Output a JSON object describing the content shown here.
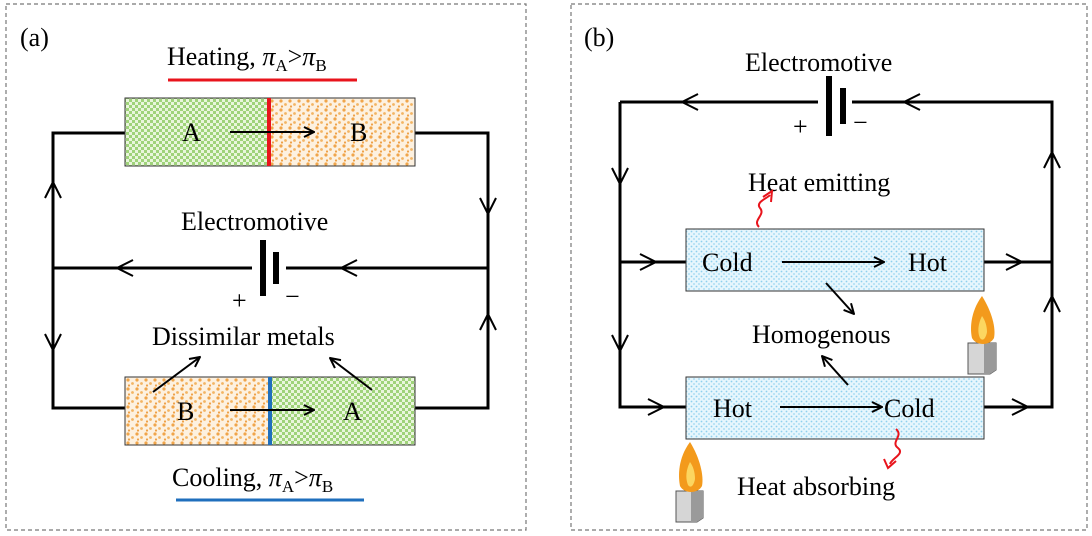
{
  "panel_a": {
    "tag": "(a)",
    "heating_label": "Heating, ",
    "pi": "π",
    "sub_a": "A",
    "gt": ">",
    "sub_b": "B",
    "cooling_label": "Cooling, ",
    "electromotive": "Electromotive",
    "plus": "+",
    "minus": "−",
    "dissimilar": "Dissimilar metals",
    "top_left_metal": "A",
    "top_right_metal": "B",
    "bottom_left_metal": "B",
    "bottom_right_metal": "A"
  },
  "panel_b": {
    "tag": "(b)",
    "electromotive": "Electromotive",
    "plus": "+",
    "minus": "−",
    "heat_emitting": "Heat emitting",
    "homogenous": "Homogenous",
    "heat_absorbing": "Heat absorbing",
    "top_left": "Cold",
    "top_right": "Hot",
    "bottom_left": "Hot",
    "bottom_right": "Cold"
  },
  "colors": {
    "heating_line": "#e8141c",
    "cooling_line": "#1f6fbd",
    "green_fill": "#cfe9b8",
    "orange_fill": "#fbe3c2",
    "blue_fill": "#dcf1fb",
    "flame": "#f39a1c"
  }
}
